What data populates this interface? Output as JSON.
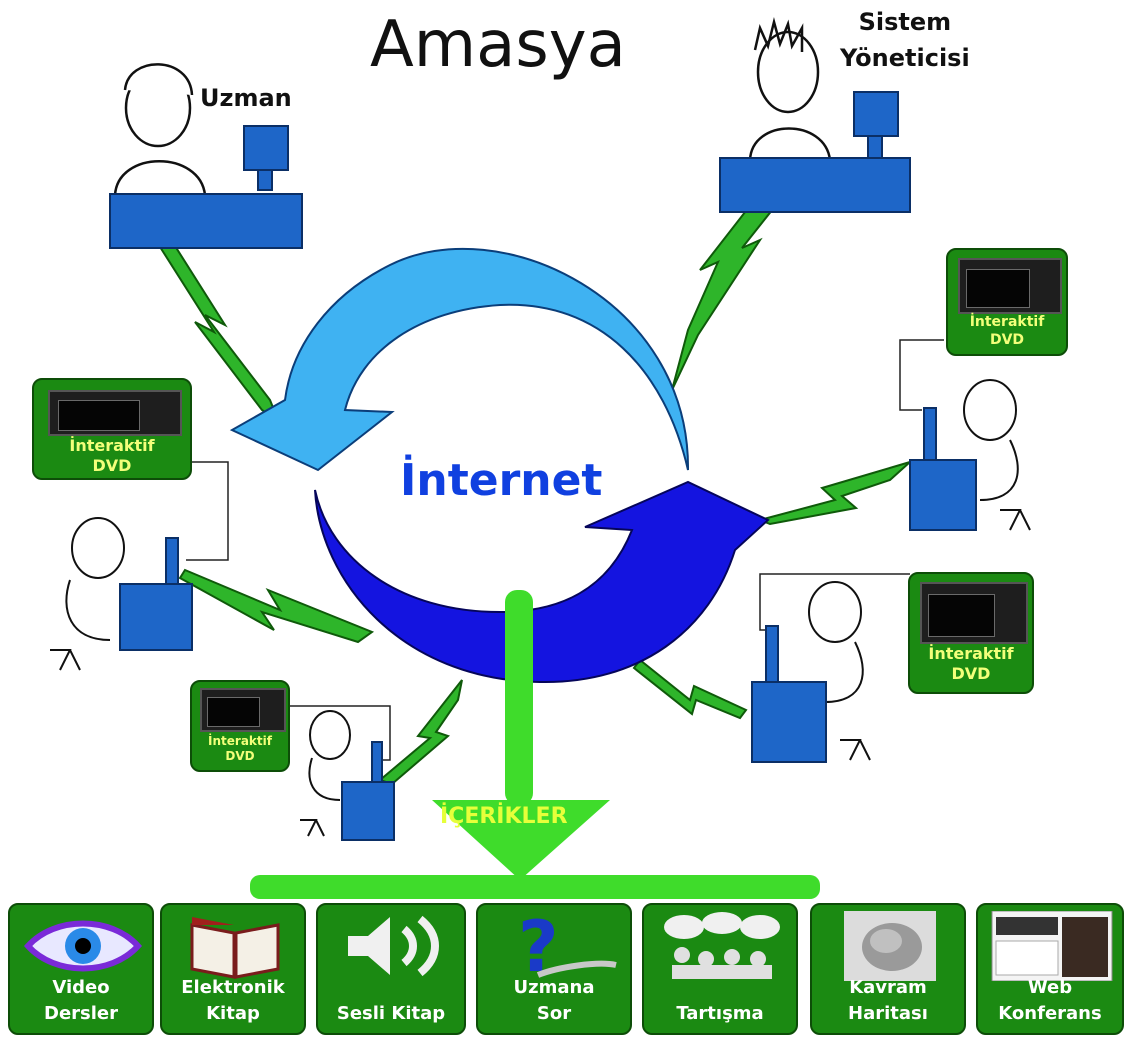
{
  "title": "Amasya",
  "roles": {
    "expert": "Uzman",
    "admin_line1": "Sistem",
    "admin_line2": "Yöneticisi"
  },
  "center_label": "İnternet",
  "contents_label": "İÇERİKLER",
  "dvd": {
    "line1": "İnteraktif",
    "line2": "DVD"
  },
  "tiles": [
    {
      "line1": "Video",
      "line2": "Dersler",
      "icon": "eye-icon"
    },
    {
      "line1": "Elektronik",
      "line2": "Kitap",
      "icon": "book-icon"
    },
    {
      "line1": "Sesli Kitap",
      "line2": "",
      "icon": "speaker-icon"
    },
    {
      "line1": "Uzmana",
      "line2": "Sor",
      "icon": "question-icon"
    },
    {
      "line1": "Tartışma",
      "line2": "",
      "icon": "discussion-icon"
    },
    {
      "line1": "Kavram",
      "line2": "Haritası",
      "icon": "brain-icon"
    },
    {
      "line1": "Web",
      "line2": "Konferans",
      "icon": "video-conference-icon"
    }
  ],
  "colors": {
    "green_box": "#1b8a12",
    "light_blue_arrow": "#3fb2f2",
    "dark_blue_arrow": "#1414e0",
    "lightning": "#2eb52a",
    "flow_green": "#3fdc2b",
    "desk_blue": "#1e66c8"
  }
}
